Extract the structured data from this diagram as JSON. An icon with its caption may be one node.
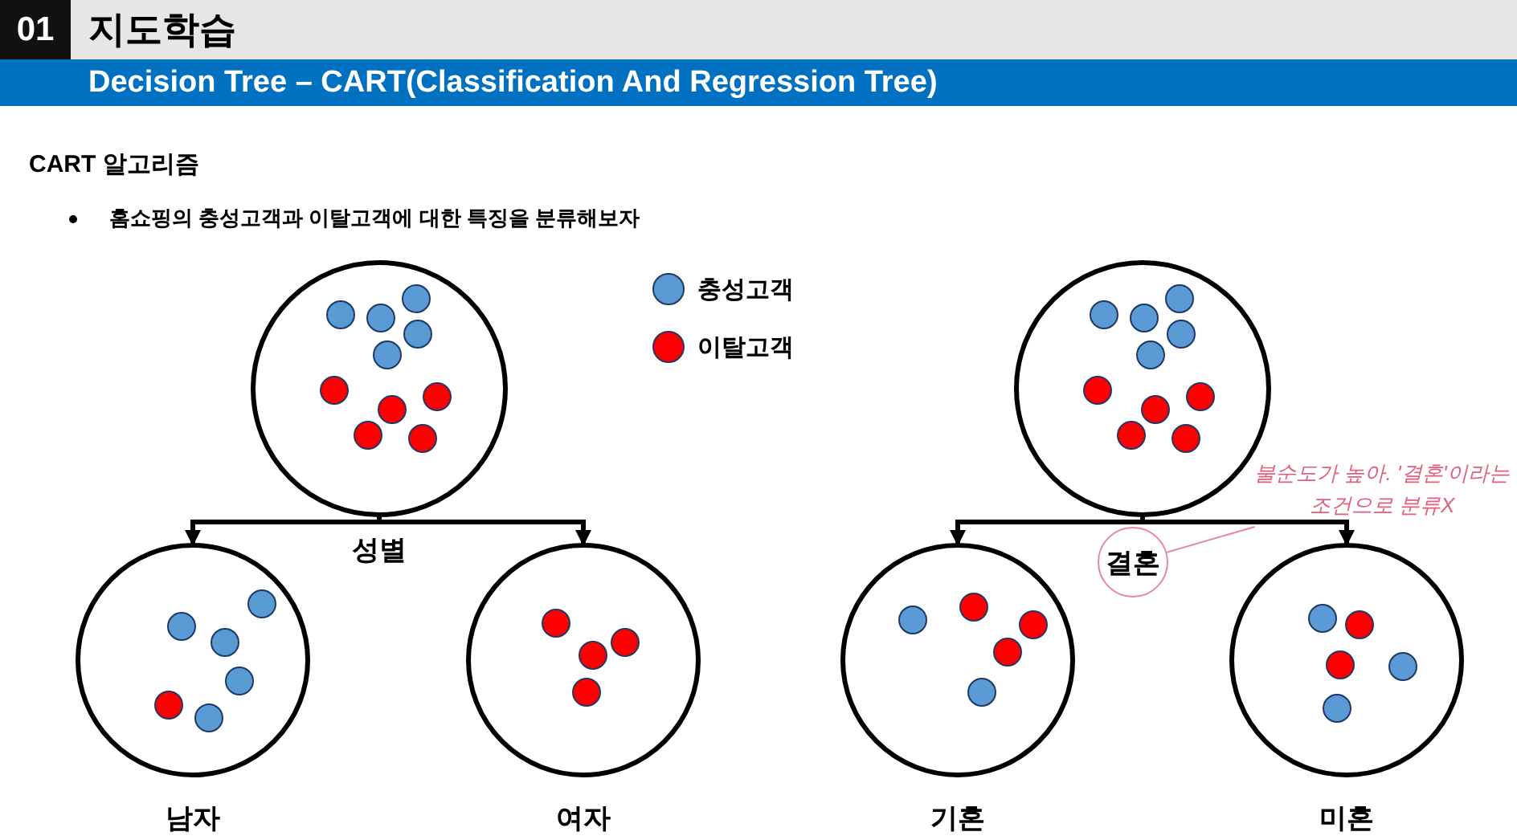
{
  "diagram": {
    "title": "지도학습",
    "nodes": [
      {
        "text": [],
        "shape": "circle"
      },
      {
        "text": [],
        "shape": "circle",
        "in": 0
      },
      {
        "text": [],
        "shape": "circle",
        "in": 0
      },
      {
        "text": [],
        "shape": "circle",
        "in": 0
      },
      {
        "text": [],
        "shape": "circle",
        "in": 0
      },
      {
        "text": [],
        "shape": "circle",
        "in": 0
      },
      {
        "text": [],
        "shape": "circle",
        "in": 0
      },
      {
        "text": [],
        "shape": "circle",
        "in": 0
      },
      {
        "text": [],
        "shape": "circle",
        "in": 0
      },
      {
        "text": [],
        "shape": "circle",
        "in": 0
      },
      {
        "text": [],
        "shape": "circle",
        "in": 0
      },
      {
        "text": [],
        "shape": "circle",
        "beside": [
          "남자"
        ]
      },
      {
        "text": [],
        "shape": "circle",
        "in": 11
      },
      {
        "text": [],
        "shape": "circle",
        "in": 11
      },
      {
        "text": [],
        "shape": "circle",
        "in": 11
      },
      {
        "text": [],
        "shape": "circle",
        "in": 11
      },
      {
        "text": [],
        "shape": "circle",
        "in": 11
      },
      {
        "text": [],
        "shape": "circle",
        "in": 11
      },
      {
        "text": [],
        "shape": "circle",
        "beside": [
          "여자"
        ]
      },
      {
        "text": [],
        "shape": "circle",
        "in": 18
      },
      {
        "text": [],
        "shape": "circle",
        "in": 18
      },
      {
        "text": [],
        "shape": "circle",
        "in": 18
      },
      {
        "text": [],
        "shape": "circle",
        "in": 18
      },
      {
        "text": [],
        "shape": "circle"
      },
      {
        "text": [],
        "shape": "circle",
        "in": 23
      },
      {
        "text": [],
        "shape": "circle",
        "in": 23
      },
      {
        "text": [],
        "shape": "circle",
        "in": 23
      },
      {
        "text": [],
        "shape": "circle",
        "in": 23
      },
      {
        "text": [],
        "shape": "circle",
        "in": 23
      },
      {
        "text": [],
        "shape": "circle",
        "in": 23
      },
      {
        "text": [],
        "shape": "circle",
        "in": 23
      },
      {
        "text": [],
        "shape": "circle",
        "in": 23
      },
      {
        "text": [],
        "shape": "circle",
        "in": 23
      },
      {
        "text": [],
        "shape": "circle",
        "in": 23
      },
      {
        "text": [
          "불순도가 높아. '결혼'이라는 조건으로 분류X"
        ]
      },
      {
        "text": [
          "결혼"
        ]
      },
      {
        "text": [],
        "shape": "circle",
        "beside": [
          "기혼"
        ]
      },
      {
        "text": [],
        "shape": "circle",
        "in": 36
      },
      {
        "text": [],
        "shape": "circle",
        "in": 36
      },
      {
        "text": [],
        "shape": "circle",
        "in": 36
      },
      {
        "text": [],
        "shape": "circle",
        "in": 36
      },
      {
        "text": [],
        "shape": "circle",
        "in": 36
      },
      {
        "text": [],
        "shape": "circle",
        "beside": [
          "미혼"
        ]
      },
      {
        "text": [],
        "shape": "circle",
        "in": 42
      },
      {
        "text": [],
        "shape": "circle",
        "in": 42
      },
      {
        "text": [],
        "shape": "circle",
        "in": 42
      },
      {
        "text": [],
        "shape": "circle",
        "in": 42
      },
      {
        "text": [],
        "shape": "circle",
        "in": 42
      }
    ],
    "edges": [
      {
        "from": 0,
        "to": 11,
        "arrow": "to",
        "label": "성별"
      },
      {
        "from": 0,
        "to": 18,
        "arrow": "to"
      },
      {
        "from": 23,
        "to": 36,
        "arrow": "to"
      },
      {
        "from": 23,
        "to": 42,
        "arrow": "to"
      },
      {
        "from": 34,
        "to": 35,
        "arrow": "none",
        "color": "#e8889a"
      }
    ],
    "labels": [
      "01",
      "Decision Tree – CART(Classification And Regression Tree)",
      "CART 알고리즘",
      "홈쇼핑의 충성고객과 이탈고객에 대한 특징을 분류해보자"
    ],
    "legend": [
      {
        "text": "충성고객",
        "color": "#5b9bd5"
      },
      {
        "text": "이탈고객",
        "color": "#ff0000"
      }
    ]
  }
}
